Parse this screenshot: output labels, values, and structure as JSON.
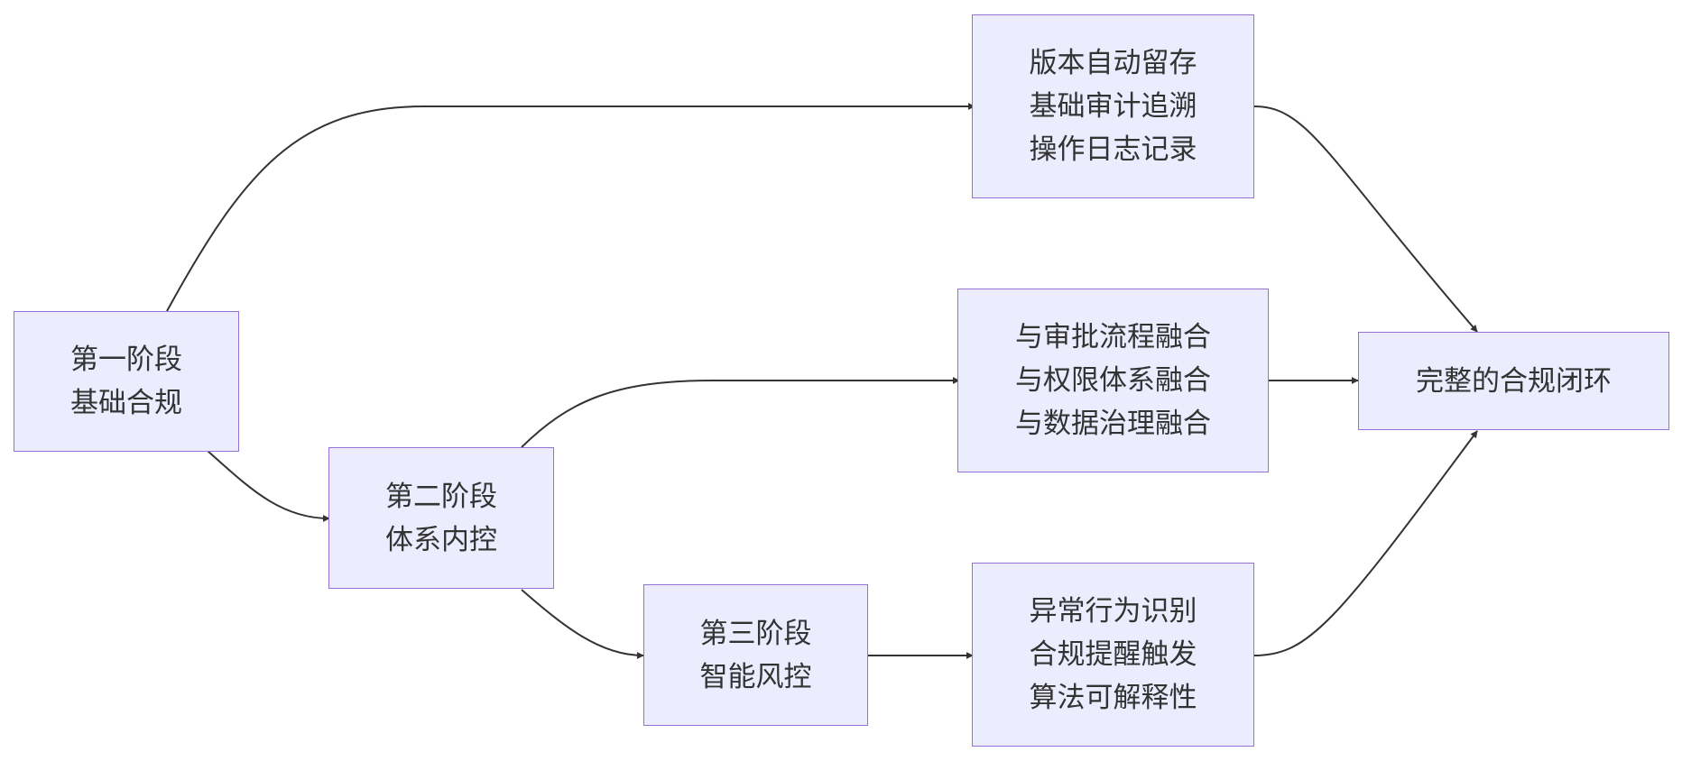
{
  "diagram": {
    "type": "flowchart",
    "direction": "left-to-right",
    "colors": {
      "node_fill": "#ececff",
      "node_border": "#9370db",
      "text": "#333333",
      "edge": "#333333"
    },
    "nodes": {
      "stage1": {
        "lines": [
          "第一阶段",
          "基础合规"
        ]
      },
      "stage2": {
        "lines": [
          "第二阶段",
          "体系内控"
        ]
      },
      "stage3": {
        "lines": [
          "第三阶段",
          "智能风控"
        ]
      },
      "basic_features": {
        "lines": [
          "版本自动留存",
          "基础审计追溯",
          "操作日志记录"
        ]
      },
      "integration": {
        "lines": [
          "与审批流程融合",
          "与权限体系融合",
          "与数据治理融合"
        ]
      },
      "smart_features": {
        "lines": [
          "异常行为识别",
          "合规提醒触发",
          "算法可解释性"
        ]
      },
      "closed_loop": {
        "lines": [
          "完整的合规闭环"
        ]
      }
    },
    "edges": [
      {
        "from": "stage1",
        "to": "basic_features"
      },
      {
        "from": "stage1",
        "to": "stage2"
      },
      {
        "from": "stage2",
        "to": "integration"
      },
      {
        "from": "stage2",
        "to": "stage3"
      },
      {
        "from": "stage3",
        "to": "smart_features"
      },
      {
        "from": "basic_features",
        "to": "closed_loop"
      },
      {
        "from": "integration",
        "to": "closed_loop"
      },
      {
        "from": "smart_features",
        "to": "closed_loop"
      }
    ]
  }
}
